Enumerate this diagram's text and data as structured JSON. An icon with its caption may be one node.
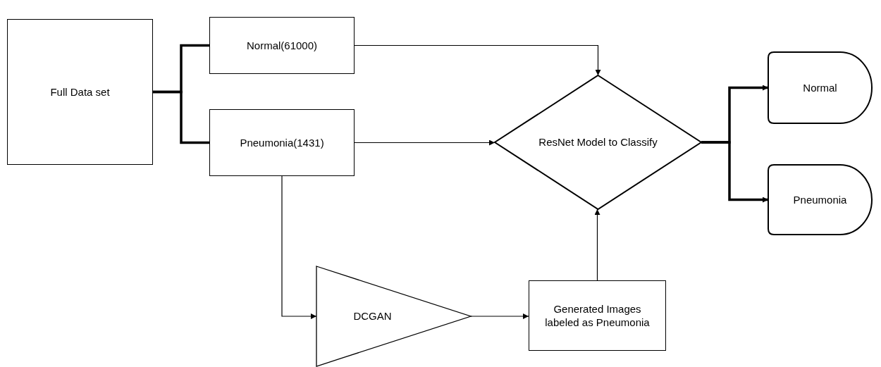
{
  "diagram": {
    "nodes": [
      {
        "text": [
          "Full Data set"
        ]
      },
      {
        "text": [
          "Normal(61000)"
        ]
      },
      {
        "text": [
          "Pneumonia(1431)"
        ]
      },
      {
        "text": [
          "ResNet Model to Classify"
        ]
      },
      {
        "text": [
          "Normal"
        ]
      },
      {
        "text": [
          "Pneumonia"
        ]
      },
      {
        "text": [
          "DCGAN"
        ]
      },
      {
        "text": [
          "Generated Images labeled as Pneumonia"
        ]
      }
    ],
    "edges": [
      {
        "from": 0,
        "to": 1,
        "arrow": "none",
        "style": "thick"
      },
      {
        "from": 0,
        "to": 2,
        "arrow": "none",
        "style": "thick"
      },
      {
        "from": 1,
        "to": 3,
        "arrow": "to"
      },
      {
        "from": 2,
        "to": 3,
        "arrow": "to"
      },
      {
        "from": 3,
        "to": 4,
        "arrow": "to",
        "style": "thick"
      },
      {
        "from": 3,
        "to": 5,
        "arrow": "to",
        "style": "thick"
      },
      {
        "from": 2,
        "to": 6,
        "arrow": "to"
      },
      {
        "from": 6,
        "to": 7,
        "arrow": "to"
      },
      {
        "from": 7,
        "to": 3,
        "arrow": "to"
      }
    ]
  }
}
